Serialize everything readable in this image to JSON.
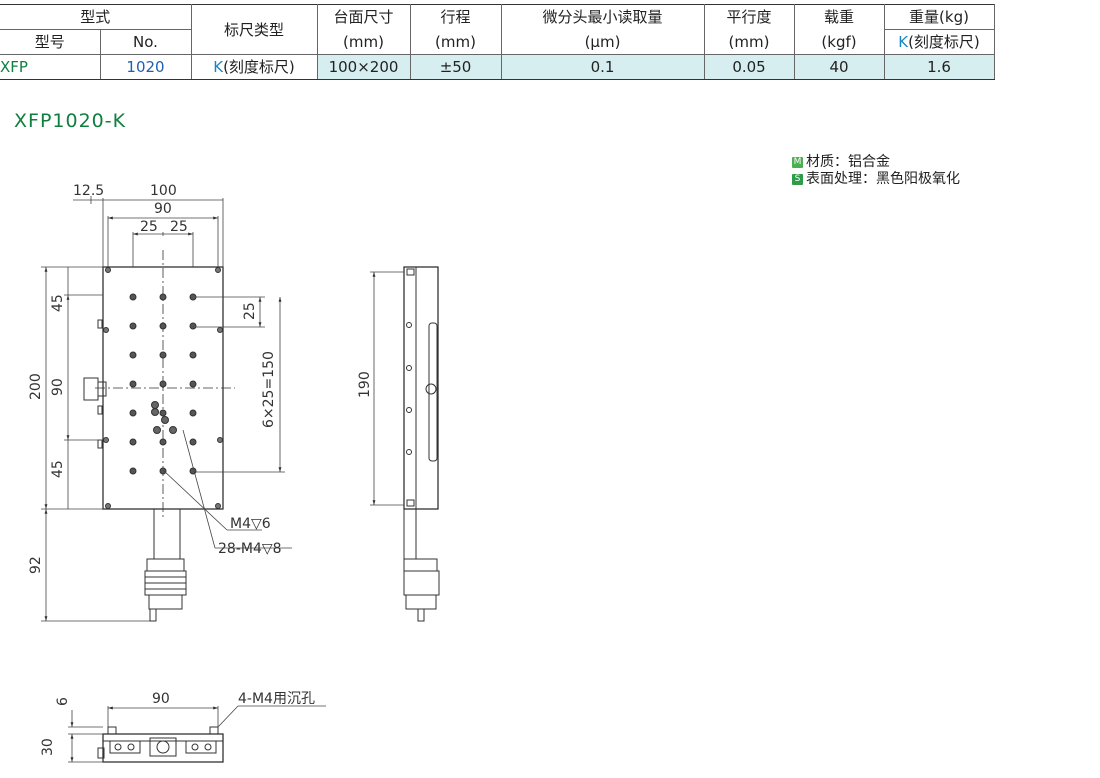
{
  "table": {
    "h_type_group": "型式",
    "h_model": "型号",
    "h_no": "No.",
    "h_scale": "标尺类型",
    "h_table_size": "台面尺寸",
    "h_table_size_unit": "(mm)",
    "h_stroke": "行程",
    "h_stroke_unit": "(mm)",
    "h_min_read": "微分头最小读取量",
    "h_min_read_unit": "(μm)",
    "h_parallel": "平行度",
    "h_parallel_unit": "(mm)",
    "h_load": "载重",
    "h_load_unit": "(kgf)",
    "h_weight": "重量(kg)",
    "h_weight_k": "K",
    "h_weight_k_rest": "(刻度标尺)",
    "row": {
      "series": "XFP",
      "no": "1020",
      "scale_k": "K",
      "scale_rest": "(刻度标尺)",
      "table_size": "100×200",
      "stroke": "±50",
      "min_read": "0.1",
      "parallel": "0.05",
      "load": "40",
      "weight": "1.6"
    }
  },
  "model_title": "XFP1020-K",
  "legend": {
    "material_badge": "M",
    "material_text": "材质：铝合金",
    "surface_badge": "S",
    "surface_text": "表面处理：黑色阳极氧化",
    "material_color": "#4caf50",
    "surface_color": "#2e9d4a"
  },
  "colors": {
    "series": "#0f7f3f",
    "number": "#1f5fae",
    "scale_k": "#1b86c6",
    "row_fill": "#d7eef0"
  },
  "drawing": {
    "dim_12_5": "12.5",
    "dim_100": "100",
    "dim_90_top": "90",
    "dim_25_a": "25",
    "dim_25_b": "25",
    "dim_25_right": "25",
    "dim_6x25": "6×25=150",
    "dim_200": "200",
    "dim_45_top": "45",
    "dim_90_left": "90",
    "dim_45_bot": "45",
    "dim_92": "92",
    "dim_190": "190",
    "callout_m4": "M4▽6",
    "callout_28m4": "28-M4▽8",
    "dim_6": "6",
    "dim_30": "30",
    "dim_90_bottom": "90",
    "callout_4m4": "4-M4用沉孔"
  }
}
